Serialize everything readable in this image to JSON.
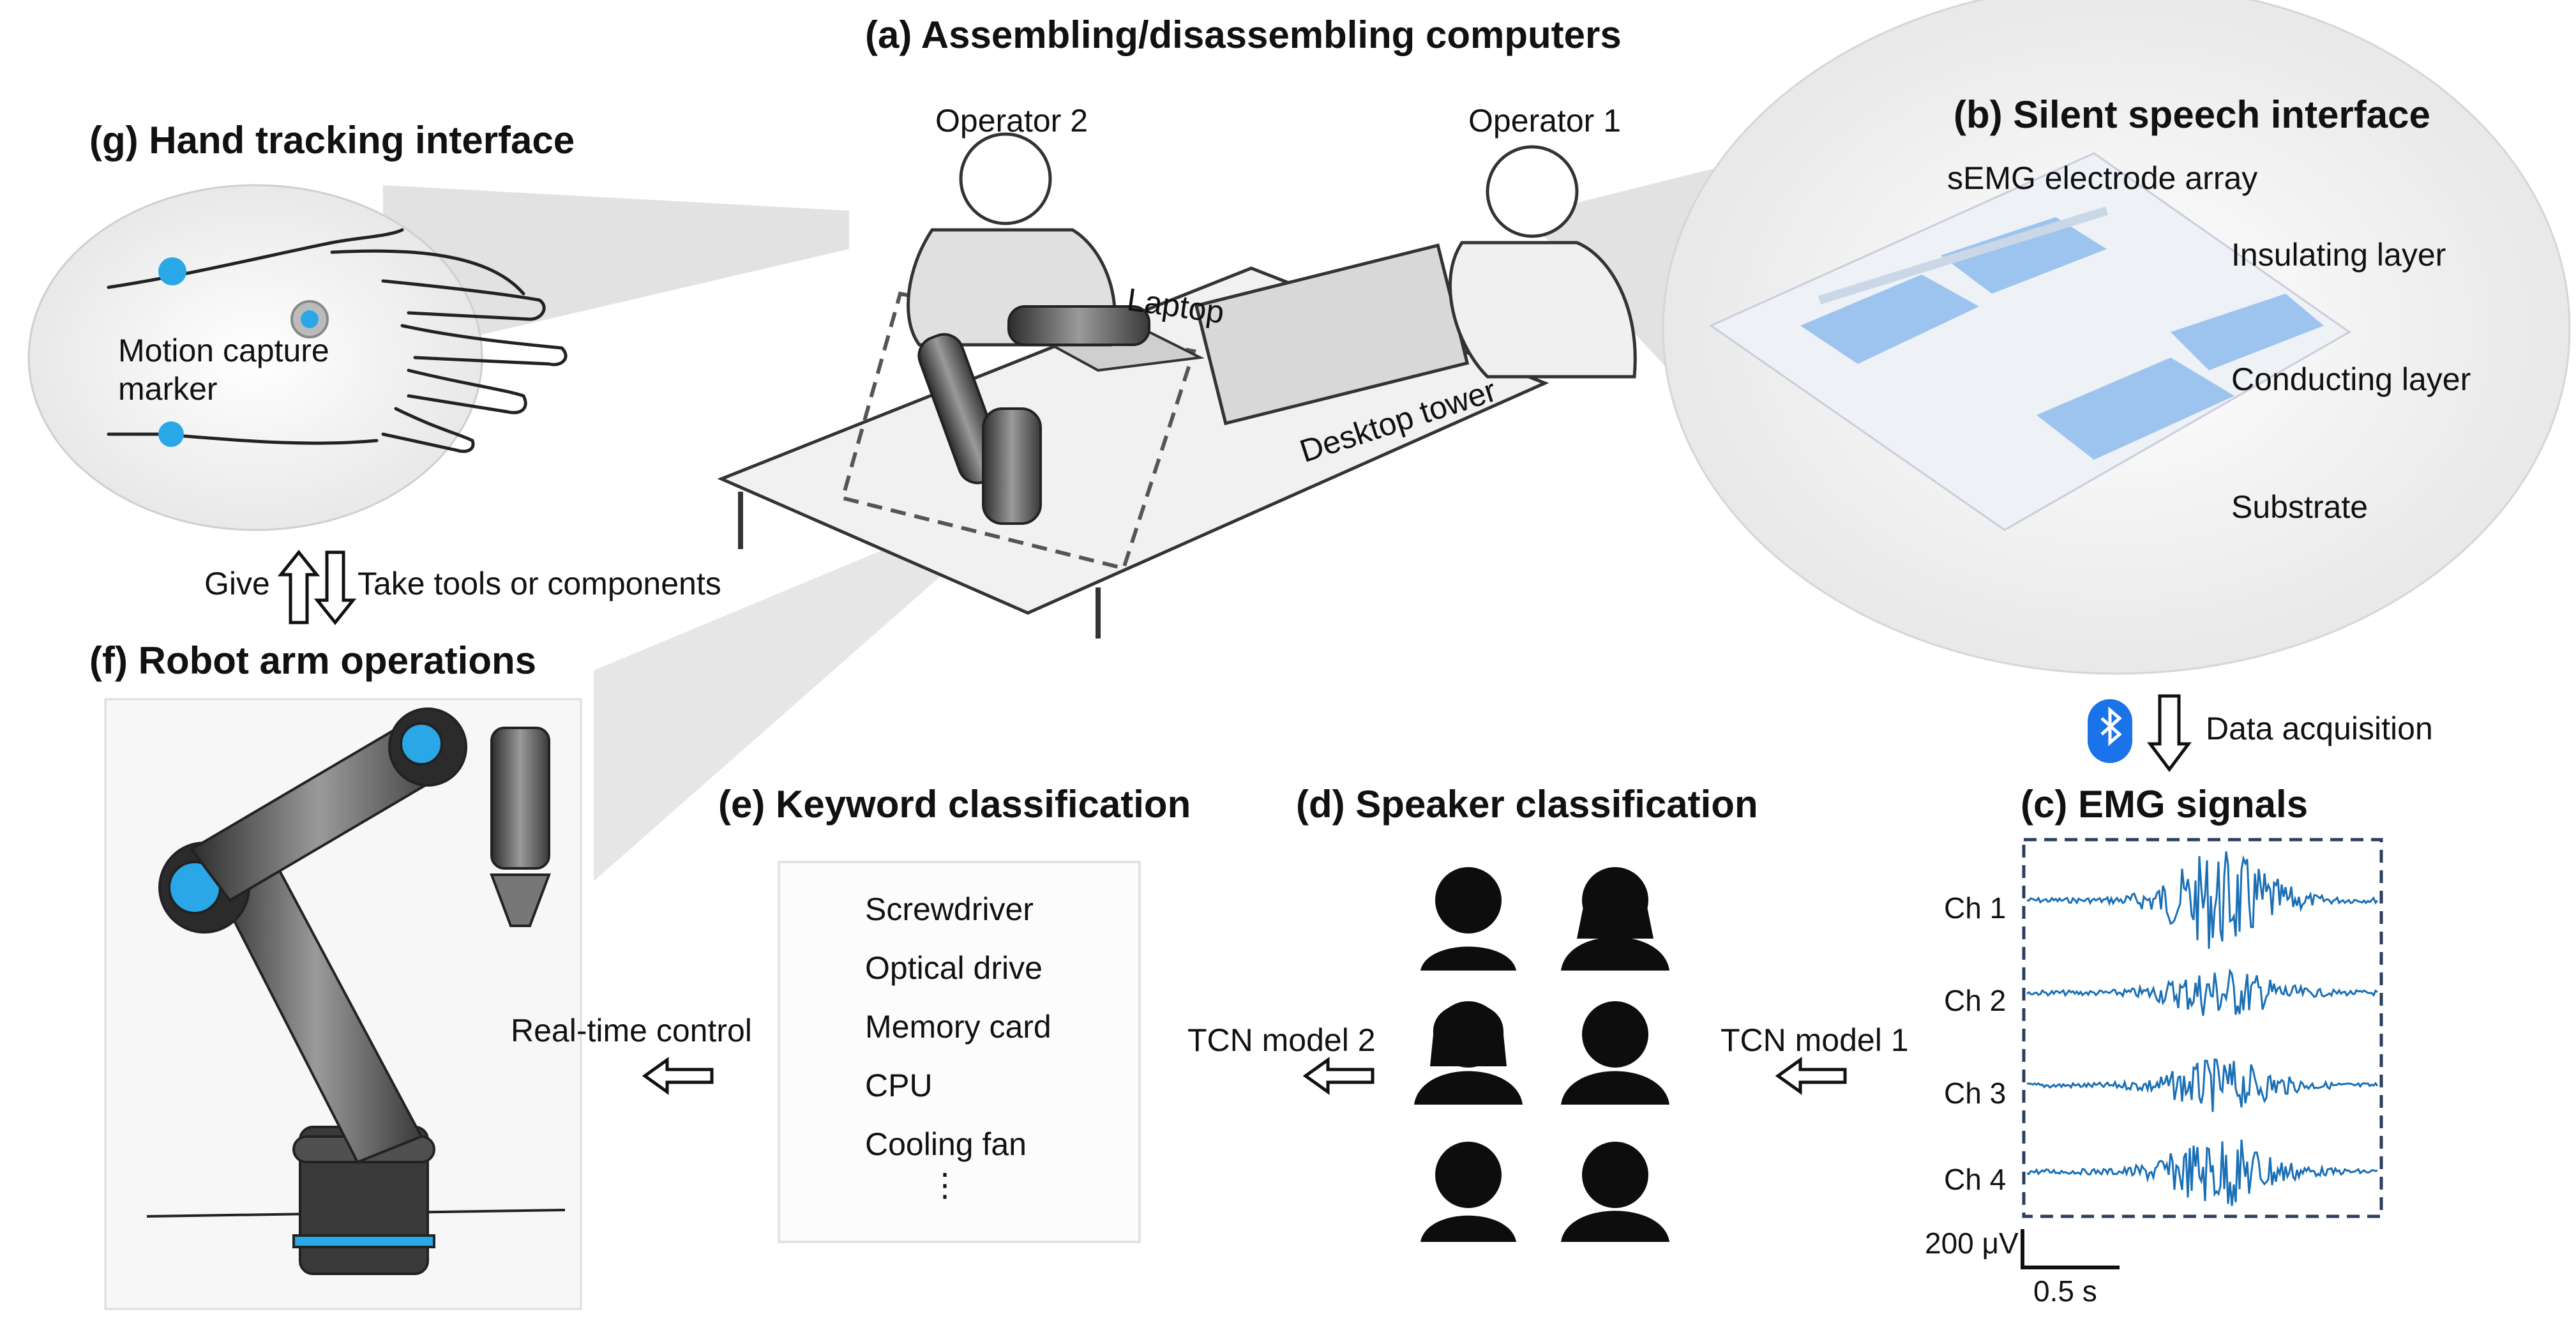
{
  "titles": {
    "a": "(a) Assembling/disassembling computers",
    "b": "(b) Silent speech interface",
    "c": "(c) EMG signals",
    "d": "(d) Speaker classification",
    "e": "(e) Keyword classification",
    "f": "(f) Robot arm operations",
    "g": "(g) Hand tracking interface"
  },
  "scene": {
    "operator2": "Operator 2",
    "operator1": "Operator 1",
    "laptop": "Laptop",
    "desktop": "Desktop tower"
  },
  "hand": {
    "marker_line1": "Motion capture",
    "marker_line2": "marker"
  },
  "transfer": {
    "give": "Give",
    "take": "Take tools or components"
  },
  "silent_speech": {
    "array": "sEMG electrode array",
    "insulating": "Insulating layer",
    "conducting": "Conducting layer",
    "substrate": "Substrate"
  },
  "acquisition": {
    "label": "Data acquisition"
  },
  "emg": {
    "channels": [
      "Ch 1",
      "Ch 2",
      "Ch 3",
      "Ch 4"
    ],
    "scale_v": "200 μV",
    "scale_t": "0.5 s"
  },
  "models": {
    "tcn1": "TCN model 1",
    "tcn2": "TCN model 2",
    "realtime": "Real-time control"
  },
  "keywords": [
    "Screwdriver",
    "Optical drive",
    "Memory card",
    "CPU",
    "Cooling fan",
    "⋮"
  ],
  "colors": {
    "signal": "#1a6fb5",
    "accent": "#2aa7e6",
    "dash": "#2c3e5c"
  }
}
